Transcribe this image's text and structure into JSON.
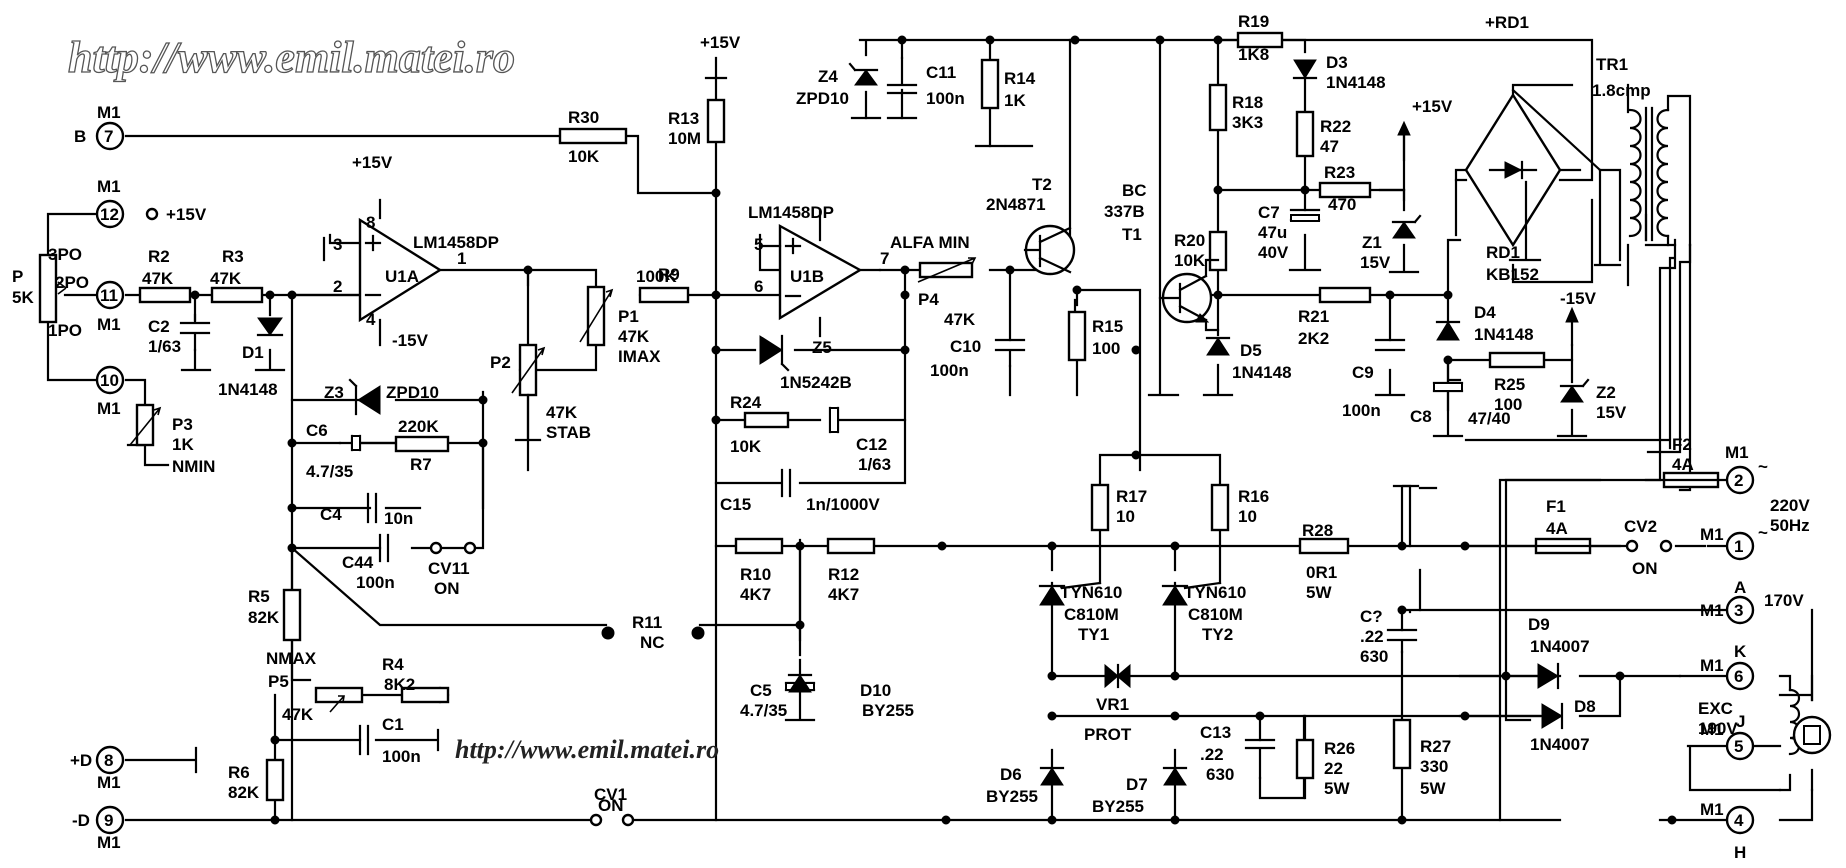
{
  "watermarks": [
    "http://www.emil.matei.ro",
    "http://www.emil.matei.ro"
  ],
  "connectors": [
    {
      "num": "7",
      "prefix": "M1",
      "signal": "B"
    },
    {
      "num": "12",
      "prefix": "M1",
      "signal": "+15V"
    },
    {
      "num": "11",
      "prefix": "M1",
      "signal": "2PO"
    },
    {
      "num": "10",
      "prefix": "M1",
      "signal": ""
    },
    {
      "num": "8",
      "prefix": "M1",
      "signal": "+D"
    },
    {
      "num": "9",
      "prefix": "M1",
      "signal": "-D"
    },
    {
      "num": "2",
      "prefix": "M1",
      "signal": "~"
    },
    {
      "num": "1",
      "prefix": "M1",
      "signal": "~"
    },
    {
      "num": "3",
      "prefix": "M1",
      "signal": "A"
    },
    {
      "num": "6",
      "prefix": "M1",
      "signal": "K"
    },
    {
      "num": "5",
      "prefix": "M1",
      "signal": "J"
    },
    {
      "num": "4",
      "prefix": "M1",
      "signal": "H"
    }
  ],
  "rails": {
    "p15": "+15V",
    "m15": "-15V",
    "rd1": "+RD1"
  },
  "pot_labels": {
    "p3po": "3PO",
    "p1po": "1PO",
    "p": "P",
    "p_val": "5K"
  },
  "opamps": {
    "part": "LM1458DP",
    "u1a": "U1A",
    "u1b": "U1B",
    "pin8": "8",
    "pin3": "3",
    "pin2": "2",
    "pin4": "4",
    "pin1": "1",
    "pin5": "5",
    "pin6": "6",
    "pin7": "7"
  },
  "components": {
    "R30": "R30",
    "R30v": "10K",
    "R13": "R13",
    "R13v": "10M",
    "R2": "R2",
    "R2v": "47K",
    "R3": "R3",
    "R3v": "47K",
    "C2": "C2",
    "C2v": "1/63",
    "D1": "D1",
    "D1v": "1N4148",
    "P3": "P3",
    "P3v": "1K",
    "P3n": "NMIN",
    "R9": "R9",
    "R9v": "100K",
    "P1": "P1",
    "P1v": "47K",
    "P1n": "IMAX",
    "P2": "P2",
    "P2v": "47K",
    "P2n": "STAB",
    "Z3": "Z3",
    "Z3v": "ZPD10",
    "C6": "C6",
    "C6v": "4.7/35",
    "R7": "R7",
    "R7v": "220K",
    "C4": "C4",
    "C4v": "10n",
    "C44": "C44",
    "C44v": "100n",
    "CV11": "CV11",
    "CV11v": "ON",
    "R5": "R5",
    "R5v": "82K",
    "NMAX": "NMAX",
    "P5": "P5",
    "P5v": "47K",
    "R4": "R4",
    "R4v": "8K2",
    "C1": "C1",
    "C1v": "100n",
    "R6": "R6",
    "R6v": "82K",
    "CV1": "CV1",
    "CV1v": "ON",
    "R11": "R11",
    "R11v": "NC",
    "Z5": "Z5",
    "Z5v": "1N5242B",
    "R24": "R24",
    "R24v": "10K",
    "C12": "C12",
    "C12v": "1/63",
    "C15": "C15",
    "C15v": "1n/1000V",
    "R10": "R10",
    "R10v": "4K7",
    "R12": "R12",
    "R12v": "4K7",
    "C5": "C5",
    "C5v": "4.7/35",
    "ALFA": "ALFA MIN",
    "P4": "P4",
    "P4v": "47K",
    "C10": "C10",
    "C10v": "100n",
    "T2": "T2",
    "T2v": "2N4871",
    "R15": "R15",
    "R15v": "100",
    "Z4": "Z4",
    "Z4v": "ZPD10",
    "C11": "C11",
    "C11v": "100n",
    "R14": "R14",
    "R14v": "1K",
    "BC": "BC",
    "BCv": "337B",
    "T1": "T1",
    "R19": "R19",
    "R19v": "1K8",
    "D3": "D3",
    "D3v": "1N4148",
    "R18": "R18",
    "R18v": "3K3",
    "R22": "R22",
    "R22v": "47",
    "R23": "R23",
    "R23v": "470",
    "C7": "C7",
    "C7v": "47u",
    "C7v2": "40V",
    "Z1": "Z1",
    "Z1v": "15V",
    "R20": "R20",
    "R20v": "10K",
    "D5": "D5",
    "D5v": "1N4148",
    "R21": "R21",
    "R21v": "2K2",
    "C9": "C9",
    "C9v": "100n",
    "D4": "D4",
    "D4v": "1N4148",
    "R25": "R25",
    "R25v": "100",
    "C8": "C8",
    "C8v": "47/40",
    "Z2": "Z2",
    "Z2v": "15V",
    "RD1": "RD1",
    "RD1v": "KB152",
    "TR1": "TR1",
    "TR1v": "1.8cmp",
    "R17": "R17",
    "R17v": "10",
    "R16": "R16",
    "R16v": "10",
    "R28": "R28",
    "R28v": "0R1",
    "R28v2": "5W",
    "TY1a": "TYN610",
    "TY1b": "C810M",
    "TY1": "TY1",
    "TY2a": "TYN610",
    "TY2b": "C810M",
    "TY2": "TY2",
    "D10": "D10",
    "D10v": "BY255",
    "VR1": "VR1",
    "PROT": "PROT",
    "D6": "D6",
    "D6v": "BY255",
    "D7": "D7",
    "D7v": "BY255",
    "C13": "C13",
    "C13v": ".22",
    "C13v2": "630",
    "R26": "R26",
    "R26v": "22",
    "R26v2": "5W",
    "Cq": "C?",
    "Cqv": ".22",
    "Cqv2": "630",
    "R27": "R27",
    "R27v": "330",
    "R27v2": "5W",
    "F2": "F2",
    "F2v": "4A",
    "F1": "F1",
    "F1v": "4A",
    "CV2": "CV2",
    "CV2v": "ON",
    "D9": "D9",
    "D9v": "1N4007",
    "D8": "D8",
    "D8v": "1N4007",
    "EXC": "EXC",
    "EXCv": "190V",
    "mains1": "220V",
    "mains2": "50Hz",
    "a170": "170V"
  }
}
